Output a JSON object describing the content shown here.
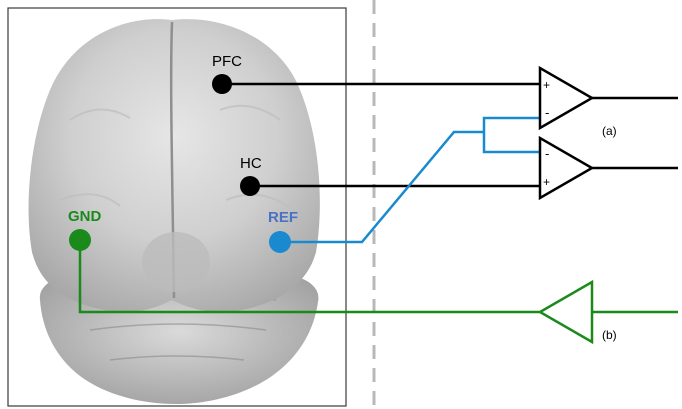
{
  "electrodes": {
    "pfc": {
      "label": "PFC"
    },
    "hc": {
      "label": "HC"
    },
    "gnd": {
      "label": "GND"
    },
    "ref": {
      "label": "REF"
    }
  },
  "amplifiers": {
    "a": {
      "label": "(a)",
      "top_inputs": [
        "+",
        "-"
      ],
      "bottom_inputs": [
        "-",
        "+"
      ]
    },
    "b": {
      "label": "(b)"
    }
  },
  "colors": {
    "signal": "#000000",
    "ground": "#1a8a1a",
    "reference": "#1a8ad0",
    "ref_label": "#4a72c4",
    "divider": "#b8b8b8"
  }
}
